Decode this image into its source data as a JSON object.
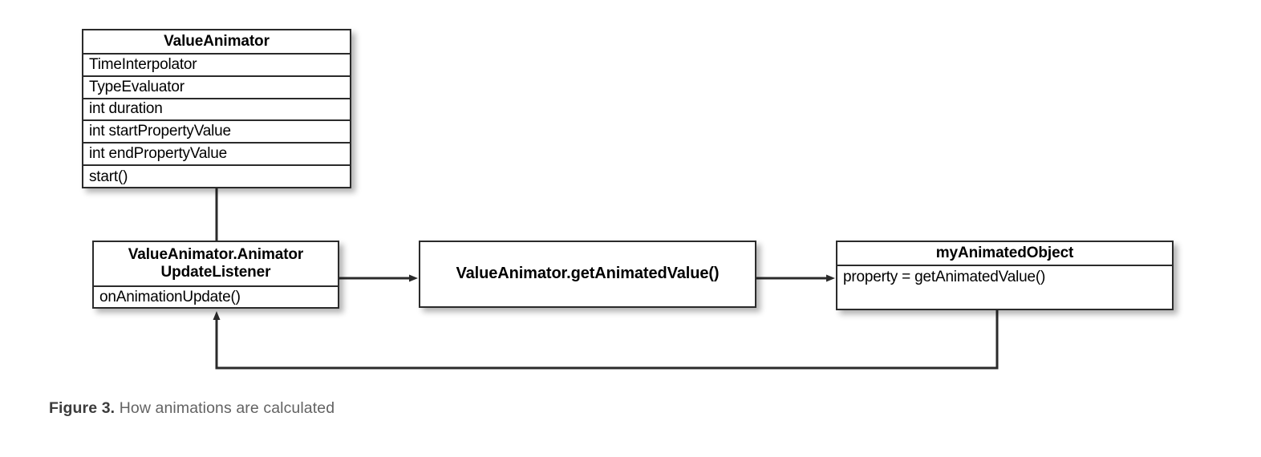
{
  "figure": {
    "caption_label": "Figure 3.",
    "caption_text": "How animations are calculated"
  },
  "diagram": {
    "type": "uml-class-flow",
    "background_color": "#ffffff",
    "border_color": "#2b2b2b",
    "text_color": "#000000",
    "boxes": [
      {
        "id": "value-animator",
        "title": "ValueAnimator",
        "rows": [
          "TimeInterpolator",
          "TypeEvaluator",
          "int duration",
          "int startPropertyValue",
          "int endPropertyValue",
          "start()"
        ]
      },
      {
        "id": "update-listener",
        "title_line1": "ValueAnimator.Animator",
        "title_line2": "UpdateListener",
        "rows": [
          "onAnimationUpdate()"
        ]
      },
      {
        "id": "get-animated-value",
        "title": "ValueAnimator.getAnimatedValue()",
        "rows": []
      },
      {
        "id": "my-animated-object",
        "title": "myAnimatedObject",
        "rows": [
          "property = getAnimatedValue()"
        ]
      }
    ],
    "connectors": [
      {
        "id": "value-animator-to-listener",
        "from": "value-animator",
        "to": "update-listener",
        "arrowhead": "none",
        "orientation": "vertical"
      },
      {
        "id": "listener-to-get-animated-value",
        "from": "update-listener",
        "to": "get-animated-value",
        "arrowhead": "right",
        "orientation": "horizontal"
      },
      {
        "id": "get-animated-value-to-object",
        "from": "get-animated-value",
        "to": "my-animated-object",
        "arrowhead": "right",
        "orientation": "horizontal"
      },
      {
        "id": "object-to-listener-feedback",
        "from": "my-animated-object",
        "to": "update-listener",
        "arrowhead": "up",
        "orientation": "elbow"
      }
    ]
  }
}
